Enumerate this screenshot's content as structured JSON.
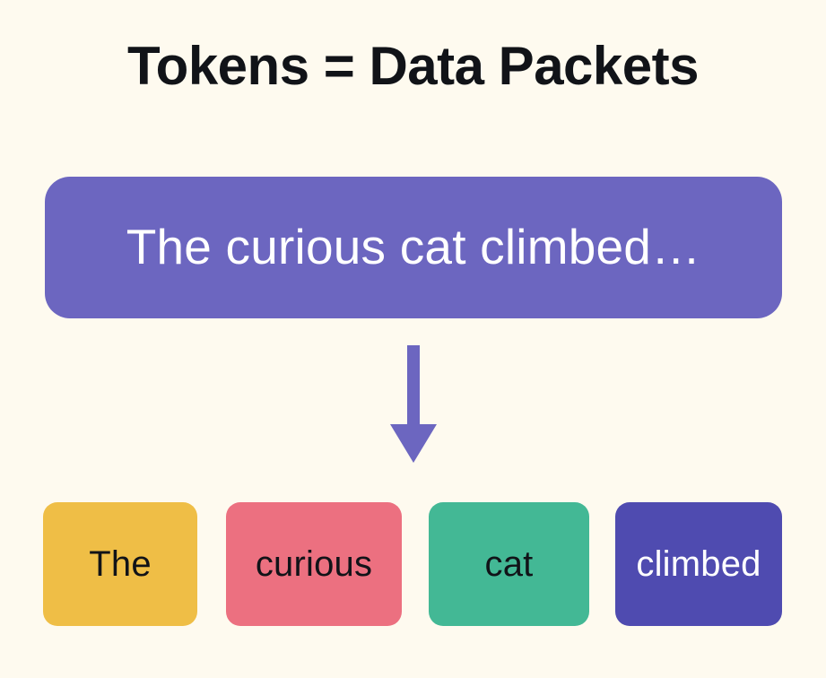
{
  "slide": {
    "background_color": "#FEFAEF",
    "title": "Tokens = Data Packets",
    "title_color": "#111318"
  },
  "input_sentence": {
    "text": "The curious cat climbed…",
    "background_color": "#6C66C0",
    "text_color": "#FFFFFF"
  },
  "arrow": {
    "direction": "down",
    "color": "#6C66C0"
  },
  "tokens": [
    {
      "label": "The",
      "background_color": "#EFBE46",
      "text_color": "#111318"
    },
    {
      "label": "curious",
      "background_color": "#EC7080",
      "text_color": "#111318"
    },
    {
      "label": "cat",
      "background_color": "#43B895",
      "text_color": "#111318"
    },
    {
      "label": "climbed",
      "background_color": "#4F4BB0",
      "text_color": "#FFFFFF"
    }
  ]
}
